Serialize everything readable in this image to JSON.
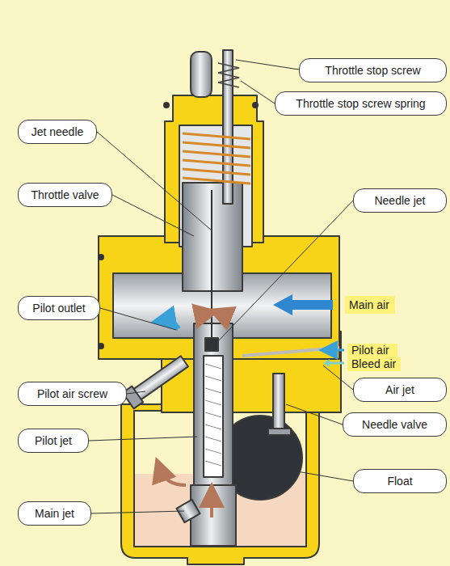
{
  "diagram": {
    "nodes": [
      {
        "text": [
          "Throttle stop screw"
        ]
      },
      {
        "text": [
          "Throttle stop screw spring"
        ]
      },
      {
        "text": [
          "Jet needle"
        ]
      },
      {
        "text": [
          "Throttle valve"
        ]
      },
      {
        "text": [
          "Needle jet"
        ]
      },
      {
        "text": [
          "Main air"
        ]
      },
      {
        "text": [
          "Pilot outlet"
        ]
      },
      {
        "text": [
          "Pilot air"
        ]
      },
      {
        "text": [
          "Bleed air"
        ]
      },
      {
        "text": [
          "Air jet"
        ]
      },
      {
        "text": [
          "Pilot air screw"
        ]
      },
      {
        "text": [
          "Needle valve"
        ]
      },
      {
        "text": [
          "Pilot jet"
        ]
      },
      {
        "text": [
          "Float"
        ]
      },
      {
        "text": [
          "Main jet"
        ]
      }
    ]
  }
}
